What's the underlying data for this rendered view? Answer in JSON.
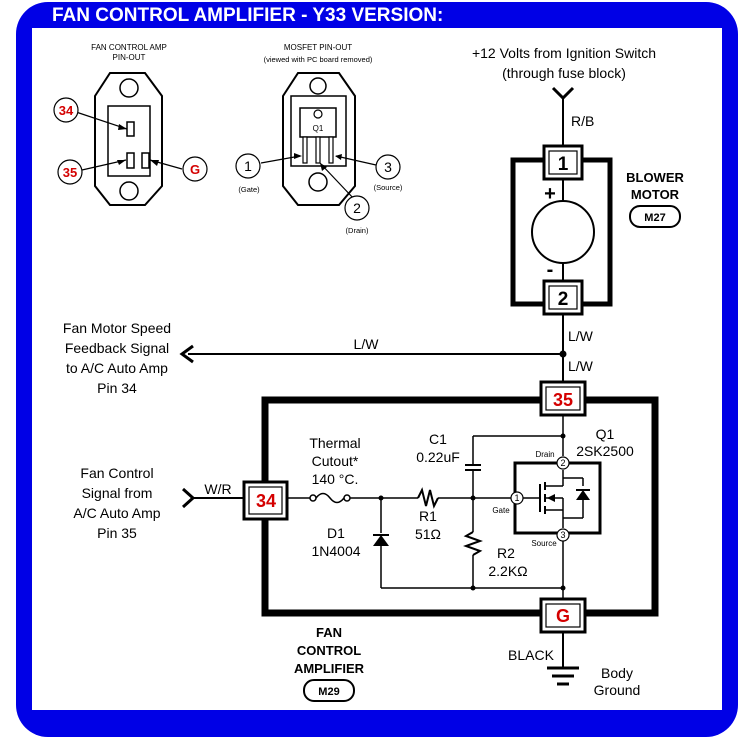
{
  "title": "FAN CONTROL AMPLIFIER - Y33  VERSION:",
  "colors": {
    "frame": "#0000e6",
    "pin_red": "#d40000",
    "ink": "#000000",
    "background": "#ffffff"
  },
  "pinout_amp": {
    "heading_line1": "FAN CONTROL AMP",
    "heading_line2": "PIN-OUT",
    "pins": [
      "34",
      "35",
      "G"
    ]
  },
  "pinout_mosfet": {
    "heading_line1": "MOSFET PIN-OUT",
    "heading_line2": "(viewed with PC board removed)",
    "label": "Q1",
    "pins": [
      {
        "num": "1",
        "name": "(Gate)"
      },
      {
        "num": "2",
        "name": "(Drain)"
      },
      {
        "num": "3",
        "name": "(Source)"
      }
    ]
  },
  "supply": {
    "line1": "+12 Volts from Ignition Switch",
    "line2": "(through fuse block)"
  },
  "blower_motor": {
    "label_line1": "BLOWER",
    "label_line2": "MOTOR",
    "id": "M27",
    "pin_top": "1",
    "pin_bottom": "2",
    "plus": "+",
    "minus": "-"
  },
  "wires": {
    "rb": "R/B",
    "lw_upper": "L/W",
    "lw_lower": "L/W",
    "lw_feedback": "L/W",
    "wr": "W/R",
    "ground_wire": "BLACK"
  },
  "feedback_signal": [
    "Fan Motor Speed",
    "Feedback Signal",
    "to A/C Auto Amp",
    "Pin 34"
  ],
  "control_signal": [
    "Fan Control",
    "Signal from",
    "A/C Auto Amp",
    "Pin 35"
  ],
  "amplifier": {
    "pin_in": "34",
    "pin_out": "35",
    "pin_gnd": "G",
    "name_line1": "FAN",
    "name_line2": "CONTROL",
    "name_line3": "AMPLIFIER",
    "id": "M29"
  },
  "components": {
    "thermal": {
      "line1": "Thermal",
      "line2": "Cutout*",
      "line3": "140 °C."
    },
    "c1": {
      "name": "C1",
      "value": "0.22uF"
    },
    "q1": {
      "name": "Q1",
      "part": "2SK2500",
      "drain": "Drain",
      "gate": "Gate",
      "source": "Source",
      "pin_drain": "2",
      "pin_gate": "1",
      "pin_source": "3"
    },
    "r1": {
      "name": "R1",
      "value": "51Ω"
    },
    "r2": {
      "name": "R2",
      "value": "2.2KΩ"
    },
    "d1": {
      "name": "D1",
      "part": "1N4004"
    }
  },
  "ground": {
    "line1": "Body",
    "line2": "Ground"
  }
}
